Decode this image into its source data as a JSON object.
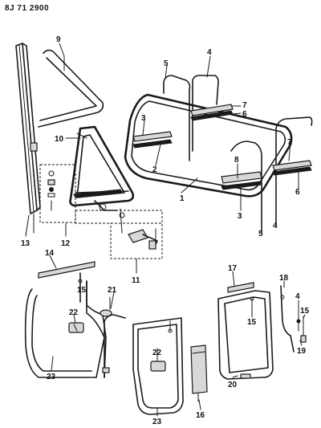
{
  "header": {
    "code": "8J 71 2900"
  },
  "callouts": [
    "1",
    "2",
    "3",
    "3",
    "4",
    "4",
    "4",
    "5",
    "5",
    "6",
    "6",
    "7",
    "7",
    "8",
    "9",
    "10",
    "11",
    "12",
    "13",
    "14",
    "15",
    "15",
    "15",
    "16",
    "17",
    "18",
    "19",
    "20",
    "21",
    "22",
    "22",
    "23",
    "23"
  ]
}
